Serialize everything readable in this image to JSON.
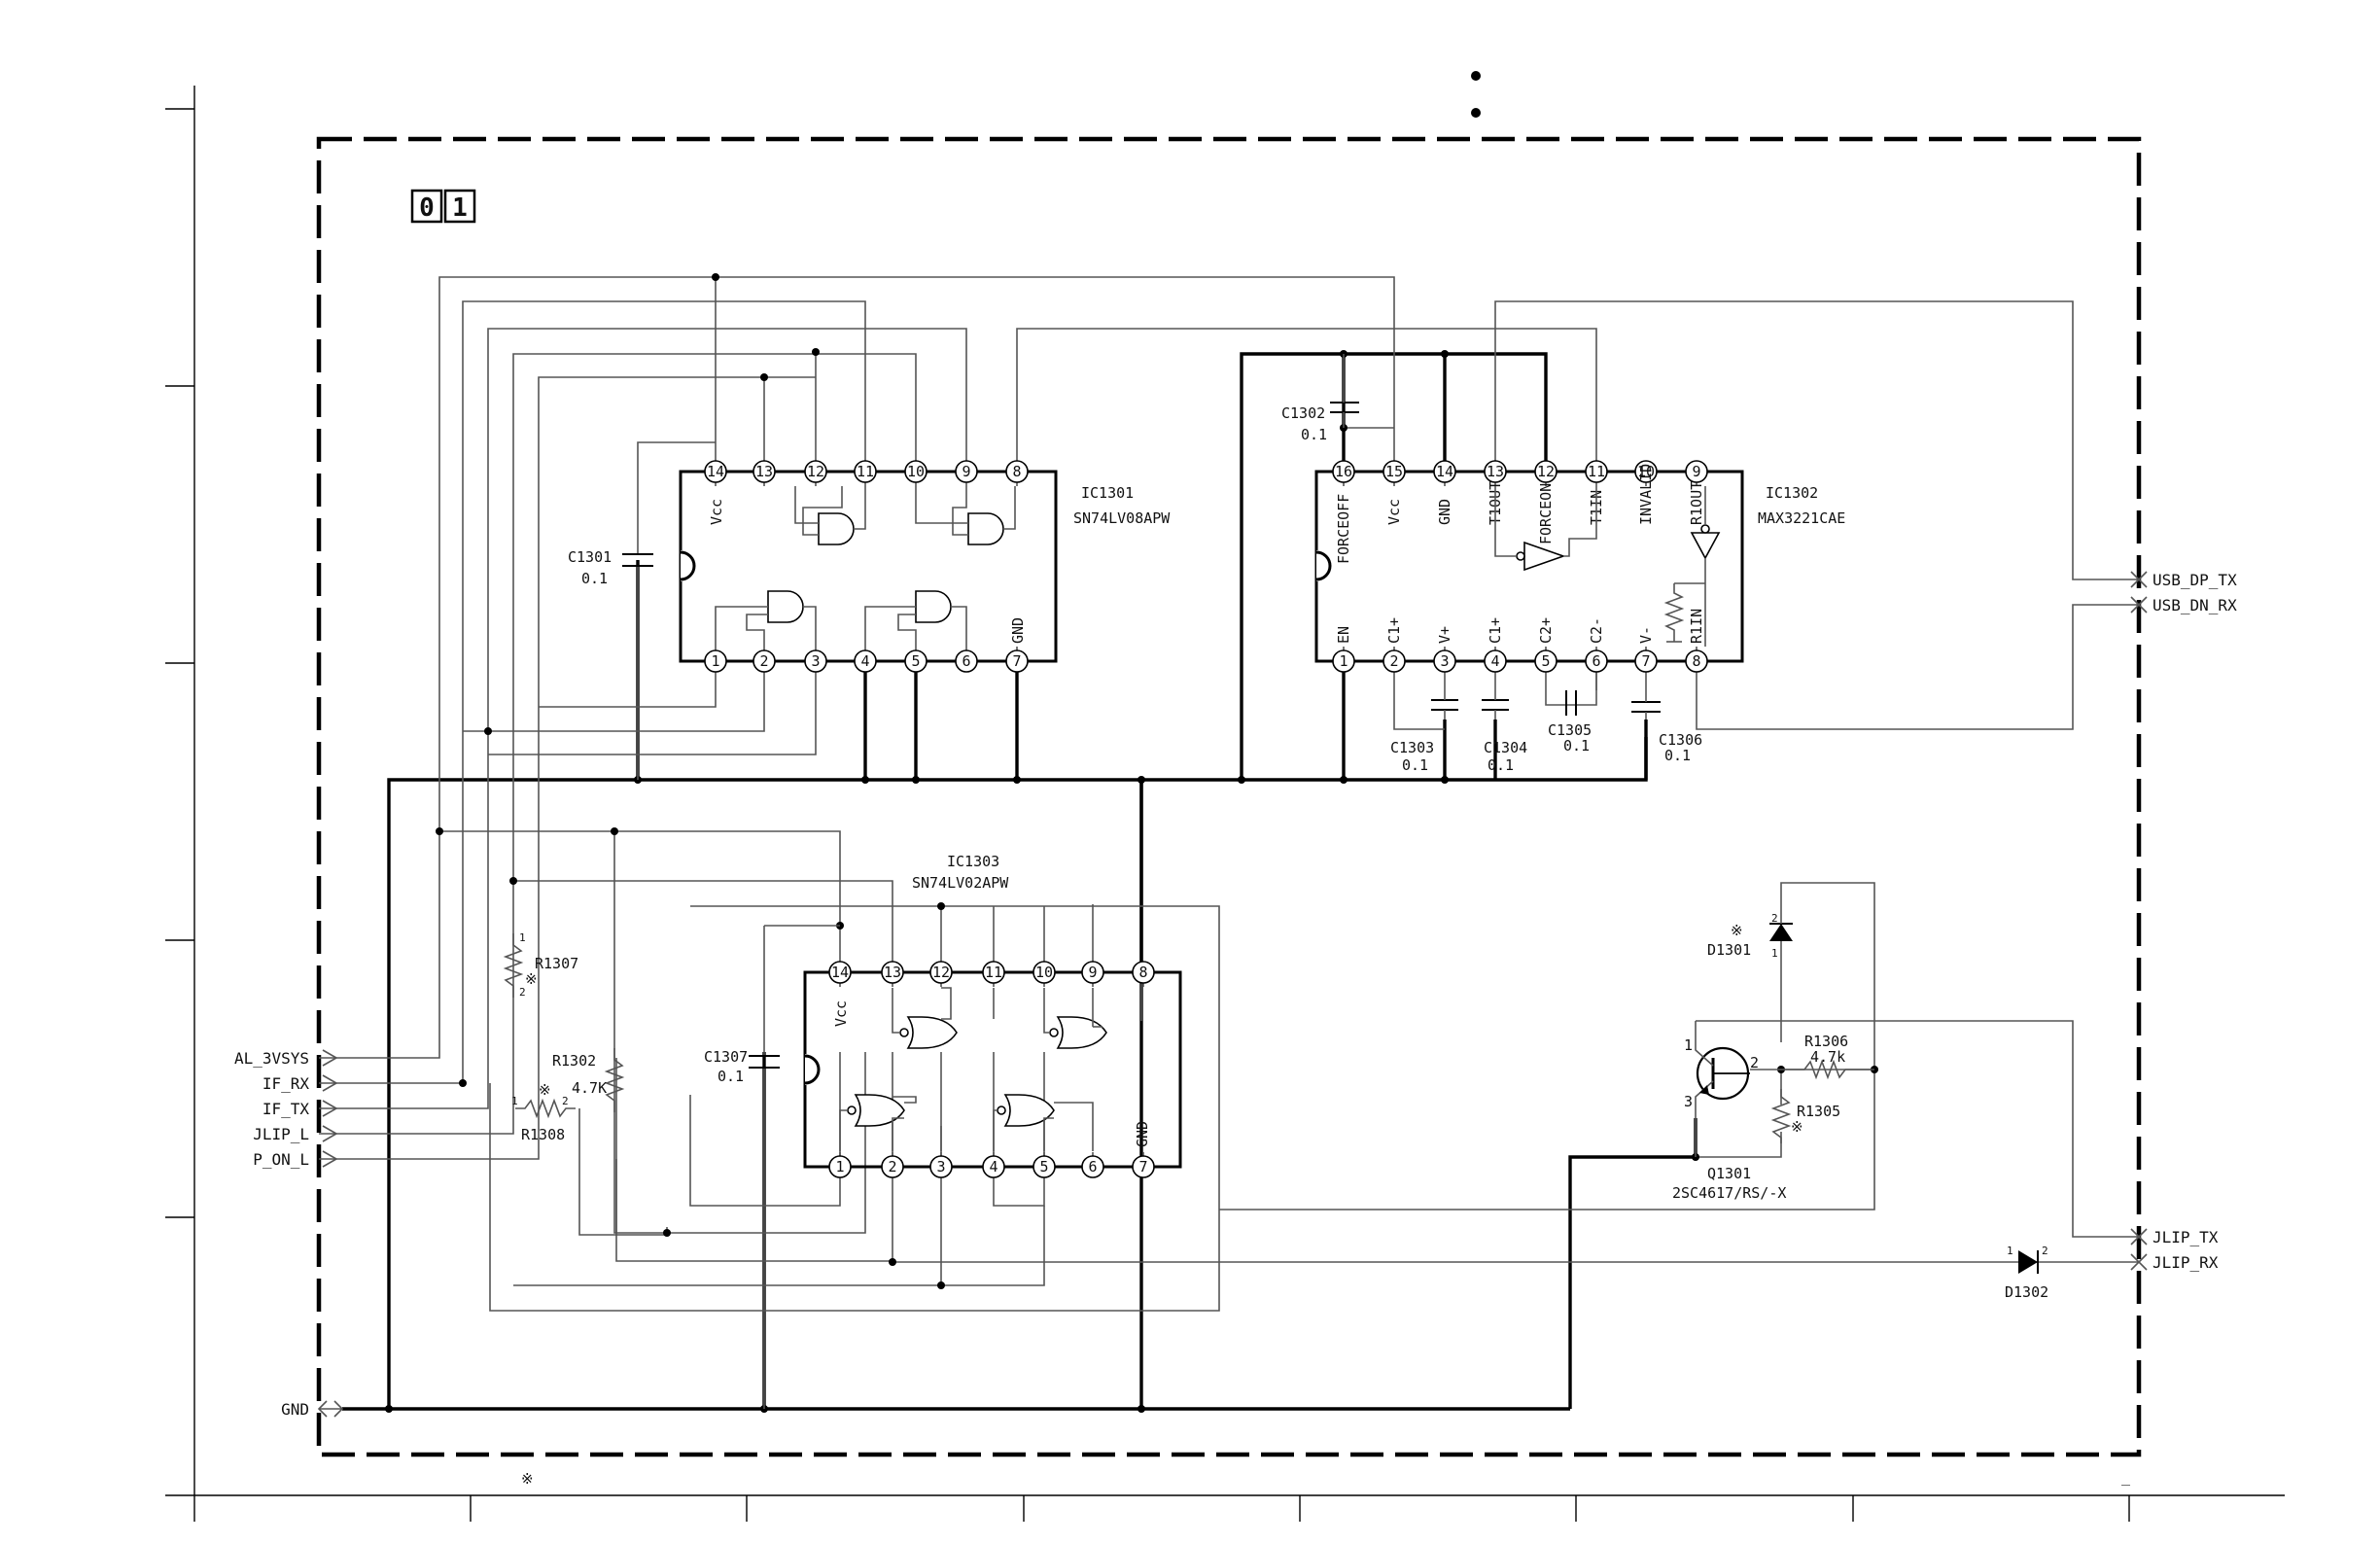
{
  "sheet_marker": {
    "digits": [
      "0",
      "1"
    ]
  },
  "notes": {
    "asterisk": "※",
    "dash": "_"
  },
  "ports": [
    {
      "name": "AL_3VSYS",
      "side": "left"
    },
    {
      "name": "IF_RX",
      "side": "left"
    },
    {
      "name": "IF_TX",
      "side": "left"
    },
    {
      "name": "JLIP_L",
      "side": "left"
    },
    {
      "name": "P_ON_L",
      "side": "left"
    },
    {
      "name": "GND",
      "side": "left"
    },
    {
      "name": "USB_DP_TX",
      "side": "right"
    },
    {
      "name": "USB_DN_RX",
      "side": "right"
    },
    {
      "name": "JLIP_TX",
      "side": "right"
    },
    {
      "name": "JLIP_RX",
      "side": "right"
    }
  ],
  "ics": {
    "ic1301": {
      "ref": "IC1301",
      "part": "SN74LV08APW",
      "top_pins": [
        "14",
        "13",
        "12",
        "11",
        "10",
        "9",
        "8"
      ],
      "bottom_pins": [
        "1",
        "2",
        "3",
        "4",
        "5",
        "6",
        "7"
      ],
      "vcc": "Vcc",
      "gnd": "GND"
    },
    "ic1302": {
      "ref": "IC1302",
      "part": "MAX3221CAE",
      "top_pins": [
        "16",
        "15",
        "14",
        "13",
        "12",
        "11",
        "10",
        "9"
      ],
      "bottom_pins": [
        "1",
        "2",
        "3",
        "4",
        "5",
        "6",
        "7",
        "8"
      ],
      "top_labels": [
        "FORCEOFF",
        "Vcc",
        "GND",
        "T1OUT",
        "FORCEON",
        "T1IN",
        "INVALID",
        "R1OUT"
      ],
      "bottom_labels": [
        "EN",
        "C1+",
        "V+",
        "C1+",
        "C2+",
        "C2-",
        "V-",
        "R1IN"
      ]
    },
    "ic1303": {
      "ref": "IC1303",
      "part": "SN74LV02APW",
      "top_pins": [
        "14",
        "13",
        "12",
        "11",
        "10",
        "9",
        "8"
      ],
      "bottom_pins": [
        "1",
        "2",
        "3",
        "4",
        "5",
        "6",
        "7"
      ],
      "vcc": "Vcc",
      "gnd": "GND"
    }
  },
  "capacitors": {
    "c1301": {
      "ref": "C1301",
      "value": "0.1"
    },
    "c1302": {
      "ref": "C1302",
      "value": "0.1"
    },
    "c1303": {
      "ref": "C1303",
      "value": "0.1"
    },
    "c1304": {
      "ref": "C1304",
      "value": "0.1"
    },
    "c1305": {
      "ref": "C1305",
      "value": "0.1"
    },
    "c1306": {
      "ref": "C1306",
      "value": "0.1"
    },
    "c1307": {
      "ref": "C1307",
      "value": "0.1"
    }
  },
  "resistors": {
    "r1302": {
      "ref": "R1302",
      "value": "4.7K"
    },
    "r1305": {
      "ref": "R1305",
      "mark": "※"
    },
    "r1306": {
      "ref": "R1306",
      "value": "4.7k"
    },
    "r1307": {
      "ref": "R1307",
      "mark": "※"
    },
    "r1308": {
      "ref": "R1308",
      "mark": "※"
    }
  },
  "diodes": {
    "d1301": {
      "ref": "D1301",
      "mark": "※"
    },
    "d1302": {
      "ref": "D1302"
    }
  },
  "transistor": {
    "ref": "Q1301",
    "part": "2SC4617/RS/-X",
    "pins": [
      "1",
      "2",
      "3"
    ]
  },
  "pin_numbers": {
    "one": "1",
    "two": "2"
  }
}
